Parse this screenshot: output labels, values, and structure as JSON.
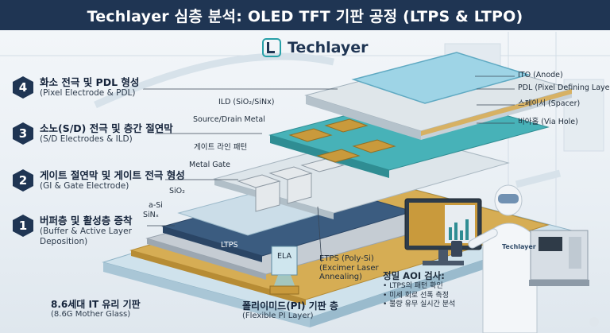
{
  "title": "Techlayer 심층 분석: OLED TFT 기판 공정 (LTPS & LTPO)",
  "logo": {
    "text": "Techlayer"
  },
  "steps": [
    {
      "number": "4",
      "title": "화소 전극 및 PDL 형성",
      "subtitle": "(Pixel Electrode & PDL)"
    },
    {
      "number": "3",
      "title": "소노(S/D) 전극 및 층간 절연막",
      "subtitle": "(S/D Electrodes & ILD)"
    },
    {
      "number": "2",
      "title": "게이트 절연막 및 게이트 전극 형성",
      "subtitle": "(GI & Gate Electrode)"
    },
    {
      "number": "1",
      "title": "버퍼층 및 활성층 증착",
      "subtitle": "(Buffer & Active Layer Deposition)"
    }
  ],
  "layer_labels": {
    "ild": "ILD (SiO₂/SiNx)",
    "source_drain": "Source/Drain Metal",
    "gate_line_pattern": "게이트 라인 패턴",
    "metal_gate": "Metal Gate",
    "sio2": "SiO₂",
    "a_si": "a-Si",
    "sinx": "SiNₓ",
    "ltps": "LTPS",
    "ela": "ELA"
  },
  "right_labels": {
    "ito": "ITO (Anode)",
    "pdl": "PDL (Pixel Defining Layer)",
    "spacer": "스페이서 (Spacer)",
    "via_hole": "비아홀 (Via Hole)"
  },
  "etps": {
    "line1": "ETPS (Poly-Si)",
    "line2": "(Excimer Laser",
    "line3": "Annealing)"
  },
  "glass": {
    "title": "8.6세대 IT 유리 기판",
    "subtitle": "(8.6G Mother Glass)"
  },
  "pi": {
    "title": "폴리이미드(PI) 기판 층",
    "subtitle": "(Flexible PI Layer)"
  },
  "aoi": {
    "title": "정밀 AOI 검사:",
    "items": [
      "• LTPS의 패턴 확인",
      "• 미세 회로 선폭 측정",
      "• 불량 유무 실시간 분석"
    ]
  },
  "suit_badge": "Techlayer",
  "colors": {
    "navy": "#1f3553",
    "teal": "#27a0a8",
    "gold": "#c99a3c",
    "glass": "#cfe2ec"
  }
}
